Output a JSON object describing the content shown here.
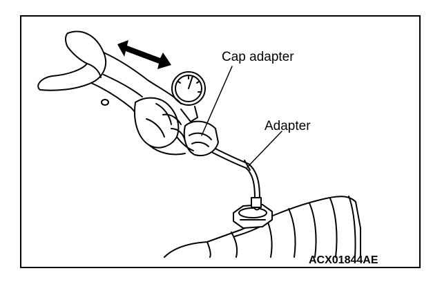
{
  "callouts": {
    "cap_adapter": "Cap adapter",
    "adapter": "Adapter"
  },
  "figure_code": "ACX01844AE",
  "colors": {
    "line": "#000000",
    "background": "#ffffff"
  },
  "icons": [
    "push-pull-arrow-icon",
    "pressure-gauge-icon"
  ]
}
